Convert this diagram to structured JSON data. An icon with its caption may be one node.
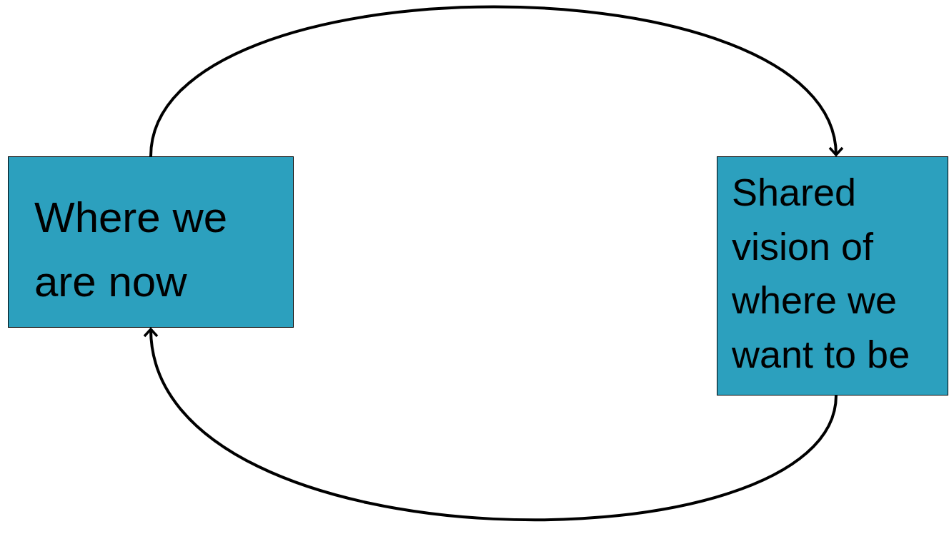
{
  "diagram": {
    "nodes": [
      {
        "text": [
          "Where we are now"
        ]
      },
      {
        "text": [
          "Shared vision of where we want to be"
        ]
      }
    ],
    "edges": [
      {
        "from": 0,
        "to": 1,
        "arrow": "to"
      },
      {
        "from": 1,
        "to": 0,
        "arrow": "to"
      }
    ]
  }
}
